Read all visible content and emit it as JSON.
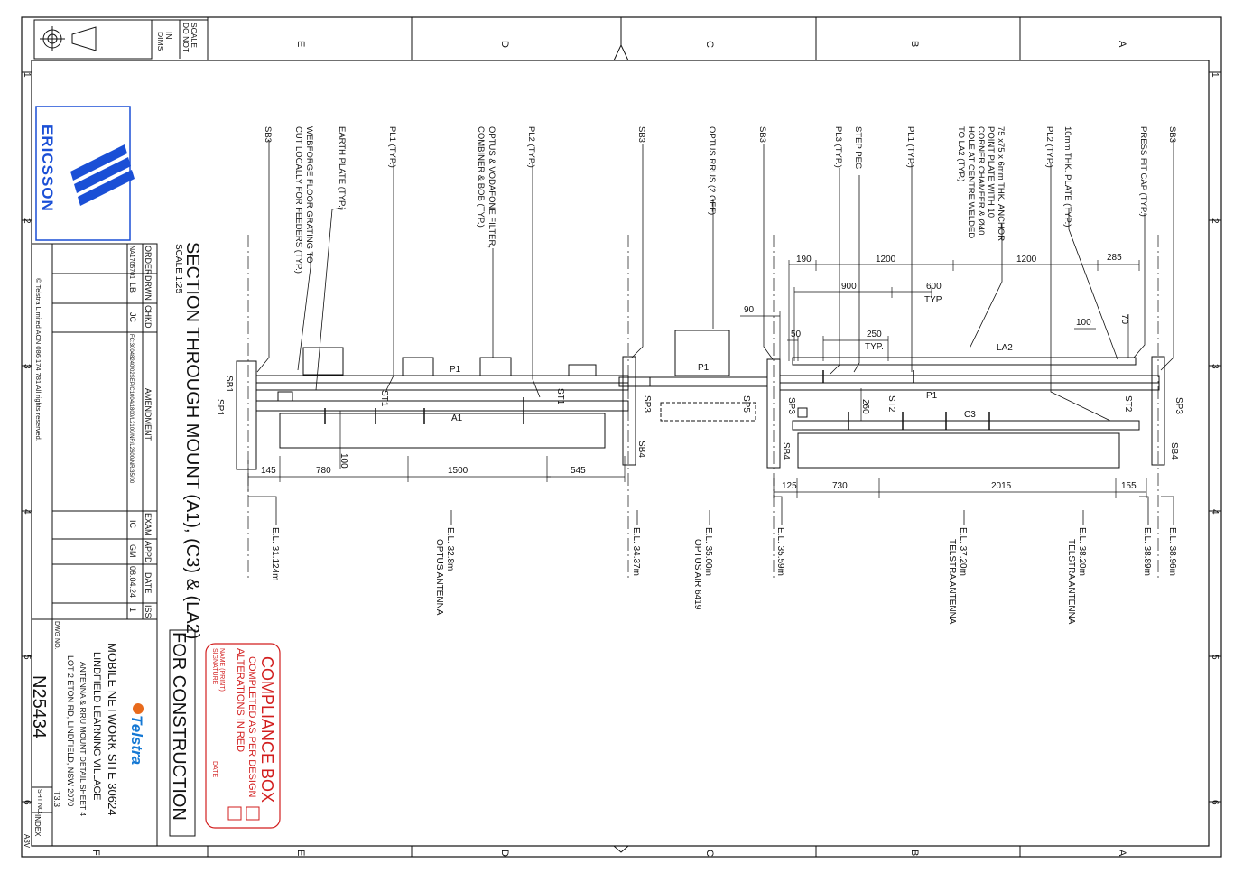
{
  "zone_letters": {
    "top": [
      "E",
      "D",
      "C",
      "B",
      "A"
    ],
    "bottom": [
      "F",
      "E",
      "D",
      "C",
      "B",
      "A"
    ]
  },
  "zone_numbers": [
    "1",
    "2",
    "3",
    "4",
    "5",
    "6"
  ],
  "do_not_scale": [
    "DO NOT",
    "SCALE",
    "DIMS",
    "IN"
  ],
  "logo": {
    "ericsson": "ERICSSON",
    "telstra": "Telstra"
  },
  "copyright": "© Telstra Limited ACN 086 174 781 All rights reserved.",
  "revision_table": {
    "headers": [
      "ORDER",
      "DRWN",
      "CHKD",
      "AMENDMENT",
      "EXAM",
      "APPD",
      "DATE",
      "ISS"
    ],
    "row": [
      "NA1705701",
      "LB",
      "JC",
      "FC:30048240/02SEP/C1004/1800/L2100/NR/L2600/NR/35/00",
      "IC",
      "GM",
      "08.04.24",
      "1"
    ]
  },
  "section": {
    "title": "SECTION THROUGH MOUNT (A1), (C3) & (LA2)",
    "scale": "SCALE 1:25"
  },
  "for_construction": "FOR CONSTRUCTION",
  "compliance": {
    "title": "COMPLIANCE BOX",
    "line1": "COMPLETED AS PER DESIGN",
    "line2": "ALTERATIONS IN RED",
    "name": "NAME (PRINT)",
    "signature": "SIGNATURE",
    "date": "DATE"
  },
  "title_block": {
    "line1": "MOBILE NETWORK SITE 30624",
    "line2": "LINDFIELD LEARNING VILLAGE",
    "line3": "ANTENNA & RRU MOUNT DETAIL SHEET 4",
    "line4": "LOT 2 ETON RD, LINDFIELD, NSW 2070",
    "dwg_label": "DWG NO.",
    "dwg_no": "N25434",
    "sht_label": "SHT NO.",
    "sht_no": "T3.3",
    "index": "INDEX",
    "size": "A3V"
  },
  "callouts": {
    "c1": "SB3",
    "c2": "WEBFORGE FLOOR GRATING TO",
    "c2b": "CUT LOCALLY FOR FEEDERS (TYP.)",
    "c3": "EARTH PLATE (TYP.)",
    "c4": "PL1 (TYP.)",
    "c5": "OPTUS & VODAFONE FILTER,",
    "c5b": "COMBINER & BOB (TYP.)",
    "c6": "PL2 (TYP.)",
    "c7": "SB3",
    "c8": "OPTUS RRUS (2 OFF)",
    "c9": "SB3",
    "c10": "STEP PEG",
    "c11": "PL3 (TYP.)",
    "c12": "PL1 (TYP.)",
    "c13a": "75 x75 x 6mm THK. ANCHOR",
    "c13b": "POINT PLATE WITH 10",
    "c13c": "CORNER CHAMFER & Ø40",
    "c13d": "HOLE AT CENTRE WELDED",
    "c13e": "TO LA2 (TYP.)",
    "c14": "PL2 (TYP.)",
    "c15": "10mm THK. PLATE (TYP.)",
    "c16": "PRESS FIT CAP (TYP.)",
    "c17": "SB3"
  },
  "dimensions": {
    "d145": "145",
    "d780": "780",
    "d1500": "1500",
    "d545": "545",
    "d100a": "100",
    "d125": "125",
    "d730": "730",
    "d2015": "2015",
    "d155": "155",
    "d190": "190",
    "d1200a": "1200",
    "d1200b": "1200",
    "d285": "285",
    "d900": "900",
    "d600": "600",
    "typ1": "TYP.",
    "d90": "90",
    "d50": "50",
    "d250": "250",
    "typ2": "TYP.",
    "d100b": "100",
    "d70": "70",
    "d260": "260"
  },
  "member_labels": {
    "P1a": "P1",
    "A1": "A1",
    "ST1a": "ST1",
    "ST1b": "ST1",
    "SB1": "SB1",
    "SP1": "SP1",
    "P1b": "P1",
    "SP3a": "SP3",
    "SP5": "SP5",
    "SB4a": "SB4",
    "SP3b": "SP3",
    "SB4b": "SB4",
    "ST2a": "ST2",
    "ST2b": "ST2",
    "P1c": "P1",
    "C3": "C3",
    "LA2": "LA2",
    "SP3c": "SP3",
    "SB4c": "SB4"
  },
  "elevations": {
    "e1": "E.L. 31.124m",
    "e2": "E.L. 32.8m",
    "e2b": "OPTUS ANTENNA",
    "e3": "E.L. 34.37m",
    "e4": "E.L. 35.00m",
    "e4b": "OPTUS AIR 6419",
    "e5": "E.L. 35.59m",
    "e6": "E.L. 37.20m",
    "e6b": "TELSTRA ANTENNA",
    "e7": "E.L. 38.20m",
    "e7b": "TELSTRA ANTENNA",
    "e8": "E.L. 38.89m",
    "e9": "E.L. 38.96m"
  },
  "colors": {
    "ericsson_blue": "#1a4fd6",
    "telstra_blue": "#1478d4",
    "telstra_orange": "#e86a1c",
    "compliance_red": "#d21e1e",
    "line": "#111111"
  }
}
